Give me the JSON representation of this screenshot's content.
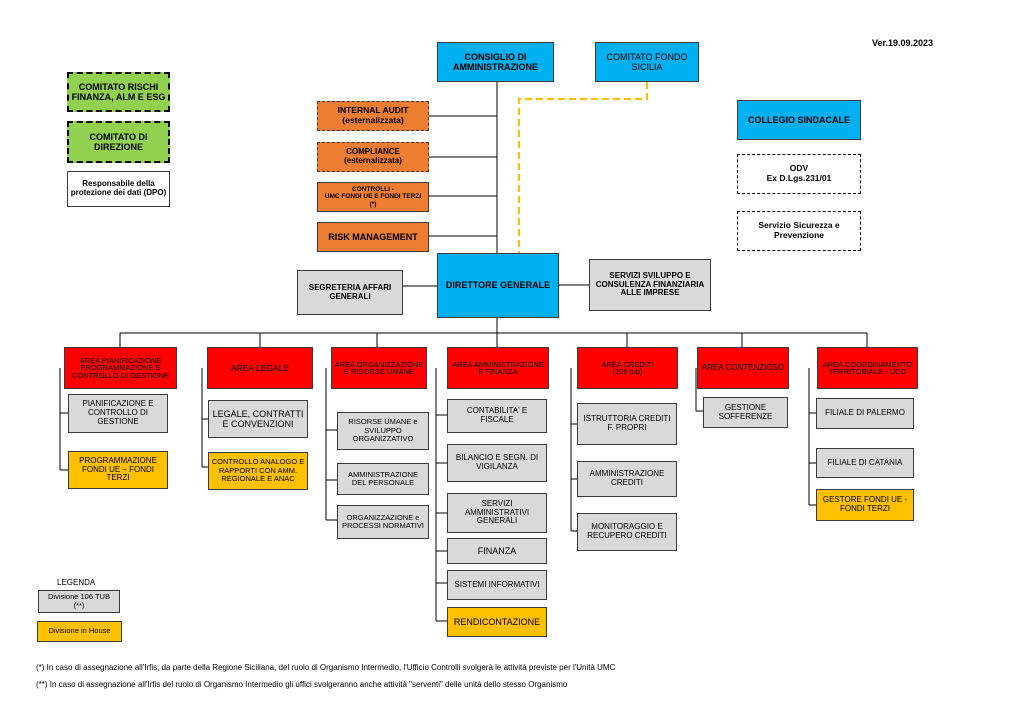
{
  "version": "Ver.19.09.2023",
  "board": "CONSIGLIO DI AMMINISTRAZIONE",
  "fund_committee": "COMITATO FONDO SICILIA",
  "statutory_board": "COLLEGIO SINDACALE",
  "odv": "ODV\nEx D.Lgs.231/01",
  "safety": "Servizio Sicurezza e Prevenzione",
  "committees": {
    "risk": "COMITATO RISCHI FINANZA, ALM E ESG",
    "direction": "COMITATO DI DIREZIONE",
    "dpo": "Responsabile della protezione dei dati (DPO)"
  },
  "staff": {
    "internal_audit": "INTERNAL AUDIT\n(esternalizzata)",
    "compliance": "COMPLIANCE\n(esternalizzata)",
    "controls": "CONTROLLI -\nUMC FONDI UE E FONDI TERZI\n(*)",
    "risk_management": "RISK MANAGEMENT"
  },
  "general_manager": "DIRETTORE GENERALE",
  "secretariat": "SEGRETERIA AFFARI GENERALI",
  "dev_services": "SERVIZI SVILUPPO E CONSULENZA FINANZIARIA ALLE IMPRESE",
  "areas": [
    {
      "name": "AREA PIANIFICAZIONE PROGRAMMAZIONE E CONTROLLO DI GESTIONE",
      "units": [
        {
          "label": "PIANIFICAZIONE E CONTROLLO DI GESTIONE",
          "type": "gray"
        },
        {
          "label": "PROGRAMMAZIONE FONDI UE – FONDI TERZI",
          "type": "yellow"
        }
      ]
    },
    {
      "name": "AREA LEGALE",
      "units": [
        {
          "label": "LEGALE, CONTRATTI E CONVENZIONI",
          "type": "gray"
        },
        {
          "label": "CONTROLLO ANALOGO E RAPPORTI CON AMM. REGIONALE E ANAC",
          "type": "yellow"
        }
      ]
    },
    {
      "name": "AREA ORGANIZZAZIONE E RISORSE UMANE",
      "units": [
        {
          "label": "RISORSE UMANE e SVILUPPO ORGANIZZATIVO",
          "type": "gray"
        },
        {
          "label": "AMMINISTRAZIONE DEL PERSONALE",
          "type": "gray"
        },
        {
          "label": "ORGANIZZAZIONE e PROCESSI NORMATIVI",
          "type": "gray"
        }
      ]
    },
    {
      "name": "AREA AMMINISTRAZIONE E FINANZA",
      "units": [
        {
          "label": "CONTABILITA' E FISCALE",
          "type": "gray"
        },
        {
          "label": "BILANCIO E SEGN. DI VIGILANZA",
          "type": "gray"
        },
        {
          "label": "SERVIZI AMMINISTRATIVI GENERALI",
          "type": "gray"
        },
        {
          "label": "FINANZA",
          "type": "gray"
        },
        {
          "label": "SISTEMI INFORMATIVI",
          "type": "gray"
        },
        {
          "label": "RENDICONTAZIONE",
          "type": "yellow"
        }
      ]
    },
    {
      "name": "AREA CREDITI\n(106 tub)",
      "units": [
        {
          "label": "ISTRUTTORIA CREDITI F. PROPRI",
          "type": "gray"
        },
        {
          "label": "AMMINISTRAZIONE CREDITI",
          "type": "gray"
        },
        {
          "label": "MONITORAGGIO E RECUPERO CREDITI",
          "type": "gray"
        }
      ]
    },
    {
      "name": "AREA CONTENZIOSO",
      "units": [
        {
          "label": "GESTIONE SOFFERENZE",
          "type": "gray"
        }
      ]
    },
    {
      "name": "AREA COORDINAMENTO TERRITORIALE - UCO",
      "units": [
        {
          "label": "FILIALE DI PALERMO",
          "type": "gray"
        },
        {
          "label": "FILIALE DI CATANIA",
          "type": "gray"
        },
        {
          "label": "GESTORE FONDI UE - FONDI TERZI",
          "type": "yellow"
        }
      ]
    }
  ],
  "legend": {
    "title": "LEGENDA",
    "division_106": "Divisione 106 TUB\n(**)",
    "division_house": "Divisione in House"
  },
  "footnotes": [
    "(*)  In caso di assegnazione all'Irfis, da parte della Regione Siciliana, del ruolo di Organismo Intermedio, l'Ufficio Controlli svolgerà le attività previste per l'Unità UMC",
    "(**) In caso di assegnazione all'Irfis del ruolo di Organismo Intermedio gli uffici svolgeranno anche attività \"serventi\" delle unità dello stesso Organismo"
  ],
  "colors": {
    "governance": "#00b0f0",
    "committee": "#92d050",
    "staff": "#ed7d31",
    "area": "#ff0000",
    "unit": "#d9d9d9",
    "in_house": "#ffc000",
    "fund_link": "#ffc000"
  }
}
